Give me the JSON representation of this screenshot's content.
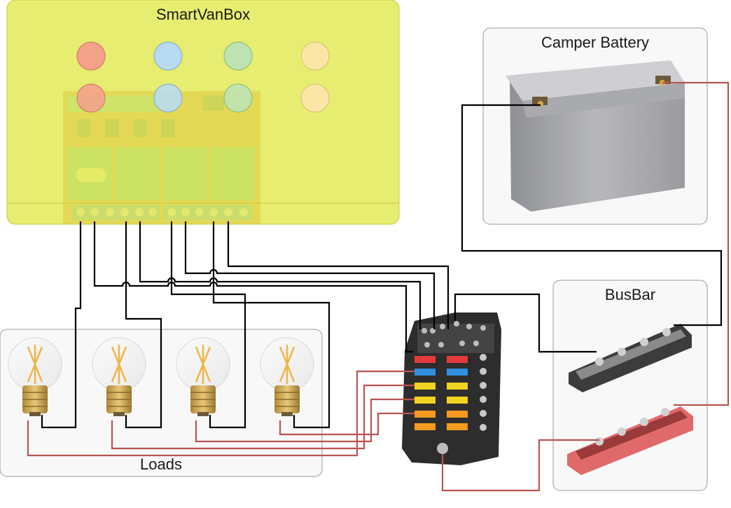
{
  "diagram": {
    "smartvanbox": {
      "title": "SmartVanBox",
      "indicator_colors": [
        "#f4a28c",
        "#b7dcf2",
        "#bde3b3",
        "#fbe6a8"
      ]
    },
    "battery": {
      "title": "Camper Battery"
    },
    "busbar": {
      "title": "BusBar"
    },
    "loads": {
      "title": "Loads",
      "bulb_count": 4
    },
    "colors": {
      "negative_wire": "#000000",
      "positive_wire": "#b85450",
      "box_fill": "#e3ea5c"
    }
  }
}
